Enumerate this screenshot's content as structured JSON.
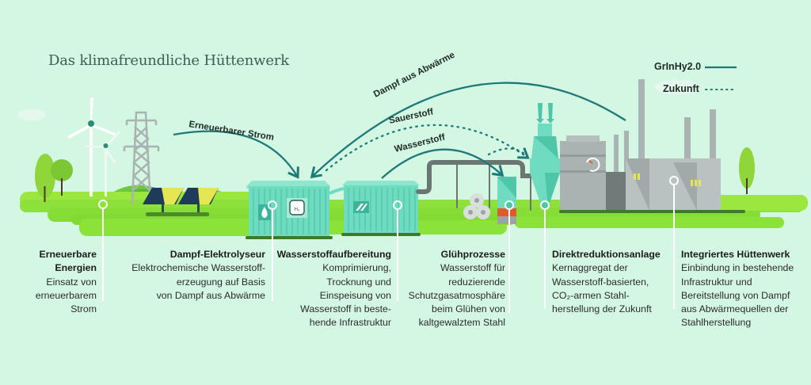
{
  "title": "Das klimafreundliche Hüttenwerk",
  "legend": {
    "items": [
      {
        "label": "GrInHy2.0",
        "style": "solid"
      },
      {
        "label": "Zukunft",
        "style": "dotted"
      }
    ]
  },
  "flows": {
    "erneuerbarer_strom": "Erneuerbarer Strom",
    "dampf_aus_abwaerme": "Dampf aus Abwärme",
    "sauerstoff": "Sauerstoff",
    "wasserstoff": "Wasserstoff"
  },
  "colors": {
    "background": "#d3f7e3",
    "flow_line": "#1e7a78",
    "grass": "#8ee03a",
    "container": "#6fdcc0",
    "factory": "#a9b3b1",
    "pointer": "#ffffff"
  },
  "icons": {
    "h2": "H₂"
  },
  "stations": [
    {
      "title": "Erneuerbare Energien",
      "title_lines": [
        "Erneuerbare",
        "Energien"
      ],
      "lines": [
        "Einsatz von",
        "erneuerbarem",
        "Strom"
      ]
    },
    {
      "title": "Dampf-Elektrolyseur",
      "title_lines": [
        "Dampf-Elektrolyseur"
      ],
      "lines": [
        "Elektrochemische Wasserstoff-",
        "erzeugung auf Basis",
        "von Dampf aus Abwärme"
      ]
    },
    {
      "title": "Wasserstoffaufbereitung",
      "title_lines": [
        "Wasserstoffaufbereitung"
      ],
      "lines": [
        "Komprimierung,",
        "Trocknung und",
        "Einspeisung von",
        "Wasserstoff in beste-",
        "hende Infrastruktur"
      ]
    },
    {
      "title": "Glühprozesse",
      "title_lines": [
        "Glühprozesse"
      ],
      "lines": [
        "Wasserstoff für",
        "reduzierende",
        "Schutzgasatmosphäre",
        "beim Glühen von",
        "kaltgewalztem Stahl"
      ]
    },
    {
      "title": "Direktreduktionsanlage",
      "title_lines": [
        "Direktreduktionsanlage"
      ],
      "lines": [
        "Kernaggregat der",
        "Wasserstoff-basierten,",
        "CO₂-armen Stahl-",
        "herstellung der Zukunft"
      ]
    },
    {
      "title": "Integriertes Hüttenwerk",
      "title_lines": [
        "Integriertes Hüttenwerk"
      ],
      "lines": [
        "Einbindung in bestehende",
        "Infrastruktur und",
        "Bereitstellung von Dampf",
        "aus Abwärmequellen der",
        "Stahlherstellung"
      ]
    }
  ]
}
